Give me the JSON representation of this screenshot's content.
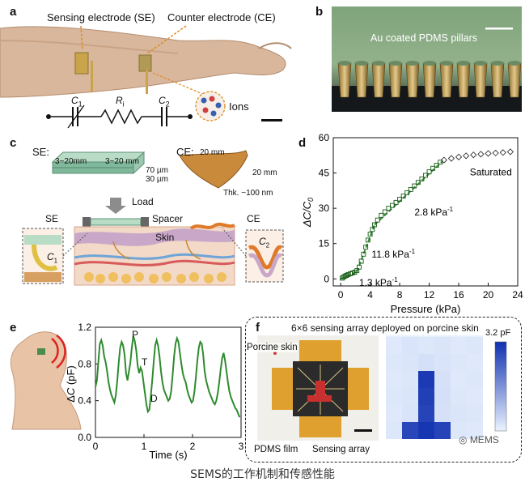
{
  "panels": {
    "a": "a",
    "b": "b",
    "c": "c",
    "d": "d",
    "e": "e",
    "f": "f"
  },
  "panel_a": {
    "se_label": "Sensing electrode (SE)",
    "ce_label": "Counter electrode (CE)",
    "c1": "C",
    "c1_sub": "1",
    "ri": "R",
    "ri_sub": "i",
    "c2": "C",
    "c2_sub": "2",
    "ions": "Ions"
  },
  "panel_b": {
    "label": "Au coated PDMS pillars"
  },
  "panel_c": {
    "se_title": "SE:",
    "ce_title": "CE:",
    "dim_se_1": "3~20mm",
    "dim_se_2": "3~20 mm",
    "dim_se_3": "70 µm",
    "dim_se_4": "30 µm",
    "dim_ce_1": "20 mm",
    "dim_ce_2": "20 mm",
    "dim_ce_thk": "Thk. ~100 nm",
    "load": "Load",
    "se": "SE",
    "spacer": "Spacer",
    "ce": "CE",
    "skin": "Skin",
    "c1": "C",
    "c1_sub": "1",
    "c2": "C",
    "c2_sub": "2"
  },
  "panel_e": {
    "peak_p": "P",
    "peak_t": "T",
    "peak_d": "D"
  },
  "panel_f": {
    "title": "6×6 sensing array deployed on porcine skin",
    "porcine": "Porcine skin",
    "pdms": "PDMS film",
    "array": "Sensing array",
    "colorbar_max": "3.2 pF",
    "heatmap_rows": [
      [
        0.05,
        0.08,
        0.06,
        0.07,
        0.05,
        0.06
      ],
      [
        0.06,
        0.07,
        0.1,
        0.08,
        0.06,
        0.05
      ],
      [
        0.05,
        0.06,
        0.95,
        0.09,
        0.05,
        0.06
      ],
      [
        0.06,
        0.07,
        0.92,
        0.1,
        0.06,
        0.05
      ],
      [
        0.05,
        0.08,
        0.9,
        0.09,
        0.07,
        0.06
      ],
      [
        0.06,
        0.88,
        0.97,
        0.9,
        0.06,
        0.05
      ]
    ]
  },
  "watermark": "MEMS",
  "caption": "SEMS的工作机制和传感性能",
  "chart_data": [
    {
      "type": "scatter",
      "panel": "d",
      "xlabel": "Pressure (kPa)",
      "ylabel": "ΔC/C0",
      "xlim": [
        -1,
        24
      ],
      "ylim": [
        -3,
        60
      ],
      "xticks": [
        0,
        4,
        8,
        12,
        16,
        20,
        24
      ],
      "yticks": [
        0,
        15,
        30,
        45,
        60
      ],
      "annotations": [
        {
          "text": "Saturated",
          "x": 17.5,
          "y": 44
        },
        {
          "text": "2.8 kPa",
          "sup": "-1",
          "x": 10,
          "y": 27
        },
        {
          "text": "11.8 kPa",
          "sup": "-1",
          "x": 4.2,
          "y": 9
        },
        {
          "text": "1.3 kPa",
          "sup": "-1",
          "x": 2.5,
          "y": -3
        }
      ],
      "series": [
        {
          "marker": "square",
          "points": [
            [
              0.2,
              0.3
            ],
            [
              0.4,
              0.8
            ],
            [
              0.6,
              1.2
            ],
            [
              0.8,
              1.5
            ],
            [
              1.0,
              1.8
            ],
            [
              1.3,
              2.2
            ],
            [
              1.6,
              2.5
            ],
            [
              1.9,
              2.8
            ],
            [
              2.2,
              3.5
            ],
            [
              2.5,
              5
            ],
            [
              2.8,
              7.5
            ],
            [
              3.1,
              10.5
            ],
            [
              3.4,
              13.5
            ],
            [
              3.7,
              16.5
            ],
            [
              4.0,
              19
            ],
            [
              4.3,
              21
            ],
            [
              4.6,
              23
            ],
            [
              5.0,
              25
            ],
            [
              5.5,
              27
            ],
            [
              6.0,
              28.5
            ],
            [
              6.5,
              30
            ],
            [
              7.0,
              31.2
            ],
            [
              7.5,
              32.5
            ],
            [
              8.0,
              33.8
            ],
            [
              8.5,
              35.2
            ],
            [
              9.0,
              36.6
            ],
            [
              9.5,
              38
            ],
            [
              10.0,
              39.5
            ],
            [
              10.5,
              41
            ],
            [
              11.0,
              42.5
            ],
            [
              11.5,
              44
            ],
            [
              12.0,
              45.5
            ],
            [
              12.5,
              47
            ],
            [
              13.0,
              48.3
            ],
            [
              13.5,
              49.6
            ]
          ]
        },
        {
          "marker": "diamond",
          "points": [
            [
              14,
              50.5
            ],
            [
              15,
              51.2
            ],
            [
              16,
              51.8
            ],
            [
              17,
              52.3
            ],
            [
              18,
              52.7
            ],
            [
              19,
              53
            ],
            [
              20,
              53.3
            ],
            [
              21,
              53.5
            ],
            [
              22,
              53.7
            ],
            [
              23,
              54
            ]
          ]
        }
      ],
      "fits": [
        {
          "x": [
            0,
            2.2
          ],
          "y": [
            0,
            3
          ]
        },
        {
          "x": [
            2.2,
            4.6
          ],
          "y": [
            3,
            23
          ]
        },
        {
          "x": [
            4.6,
            13.8
          ],
          "y": [
            23,
            50
          ]
        }
      ]
    },
    {
      "type": "line",
      "panel": "e",
      "xlabel": "Time (s)",
      "ylabel": "ΔC (pF)",
      "xlim": [
        0,
        3
      ],
      "ylim": [
        0,
        1.2
      ],
      "xticks": [
        0,
        1,
        2,
        3
      ],
      "yticks": [
        0.0,
        0.4,
        0.8,
        1.2
      ],
      "series": [
        {
          "color": "#2e8b2e",
          "x": [
            0,
            0.03,
            0.06,
            0.09,
            0.12,
            0.15,
            0.18,
            0.21,
            0.24,
            0.27,
            0.3,
            0.33,
            0.36,
            0.39,
            0.42,
            0.45,
            0.48,
            0.51,
            0.54,
            0.57,
            0.6,
            0.63,
            0.66,
            0.69,
            0.72,
            0.75,
            0.78,
            0.81,
            0.84,
            0.87,
            0.9,
            0.93,
            0.96,
            0.99,
            1.02,
            1.05,
            1.08,
            1.11,
            1.14,
            1.17,
            1.2,
            1.23,
            1.26,
            1.29,
            1.32,
            1.35,
            1.38,
            1.41,
            1.44,
            1.47,
            1.5,
            1.53,
            1.56,
            1.59,
            1.62,
            1.65,
            1.68,
            1.71,
            1.74,
            1.77,
            1.8,
            1.83,
            1.86,
            1.89,
            1.92,
            1.95,
            1.98,
            2.01,
            2.04,
            2.07,
            2.1,
            2.13,
            2.16,
            2.19,
            2.22,
            2.25,
            2.28,
            2.31,
            2.34,
            2.37,
            2.4,
            2.43,
            2.46,
            2.49,
            2.52,
            2.55,
            2.58,
            2.61,
            2.64,
            2.67,
            2.7,
            2.73,
            2.76,
            2.79,
            2.82,
            2.85,
            2.88,
            2.91,
            2.94,
            2.97
          ],
          "y": [
            0.55,
            0.62,
            0.82,
            1.02,
            1.06,
            1.0,
            0.88,
            0.82,
            0.72,
            0.6,
            0.52,
            0.46,
            0.42,
            0.38,
            0.46,
            0.62,
            0.82,
            0.98,
            1.04,
            1.0,
            0.9,
            0.7,
            0.62,
            0.72,
            0.82,
            0.98,
            1.1,
            1.05,
            0.95,
            0.78,
            0.7,
            0.76,
            0.72,
            0.6,
            0.48,
            0.36,
            0.28,
            0.3,
            0.45,
            0.62,
            0.82,
            1.0,
            1.06,
            1.0,
            0.88,
            0.72,
            0.6,
            0.52,
            0.48,
            0.44,
            0.4,
            0.42,
            0.5,
            0.68,
            0.88,
            1.02,
            1.08,
            1.04,
            0.92,
            0.8,
            0.7,
            0.64,
            0.6,
            0.52,
            0.46,
            0.42,
            0.38,
            0.4,
            0.5,
            0.66,
            0.84,
            0.98,
            1.04,
            1.02,
            0.9,
            0.72,
            0.62,
            0.56,
            0.5,
            0.46,
            0.42,
            0.38,
            0.36,
            0.4,
            0.48,
            0.6,
            0.74,
            0.86,
            0.92,
            0.84,
            0.72,
            0.6,
            0.5,
            0.44,
            0.4,
            0.36,
            0.32,
            0.3,
            0.26,
            0.22
          ]
        }
      ]
    }
  ]
}
